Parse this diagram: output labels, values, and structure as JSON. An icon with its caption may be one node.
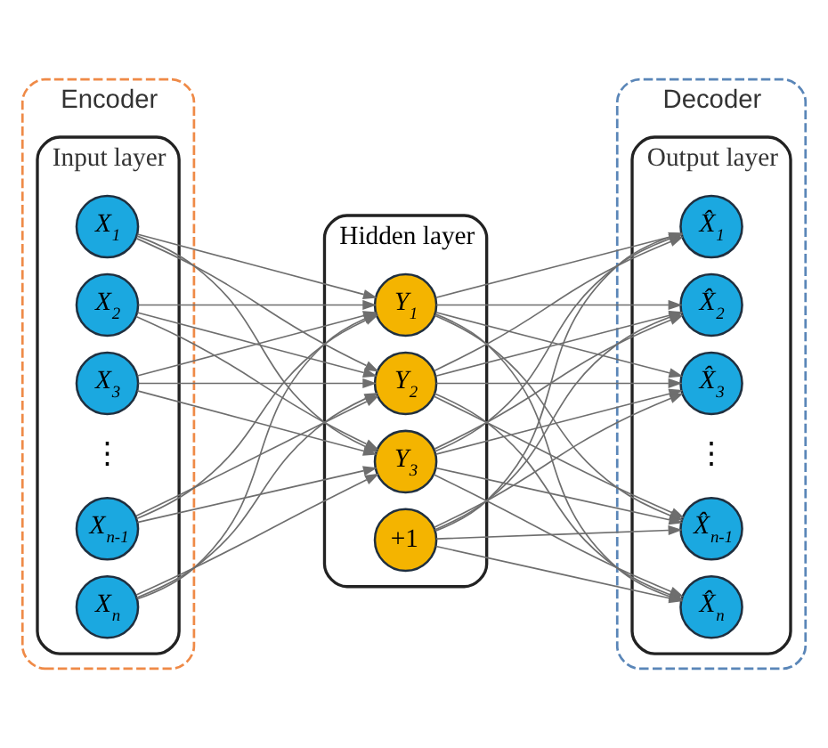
{
  "diagram": {
    "nodes": [
      {
        "text": [
          "Encoder"
        ]
      },
      {
        "text": [
          "Decoder"
        ]
      },
      {
        "text": [
          "Input layer"
        ],
        "in": 0
      },
      {
        "text": [
          "X$_{1}$"
        ],
        "in": 2
      },
      {
        "text": [
          "X$_{2}$"
        ],
        "in": 2
      },
      {
        "text": [
          "X$_{3}$"
        ],
        "in": 2
      },
      {
        "text": [
          "X$_{n-1}$"
        ],
        "in": 2
      },
      {
        "text": [
          "X$_{n}$"
        ],
        "in": 2
      },
      {
        "text": [
          "Hidden layer"
        ]
      },
      {
        "text": [
          "Y$_{1}$"
        ],
        "in": 8
      },
      {
        "text": [
          "Y$_{2}$"
        ],
        "in": 8
      },
      {
        "text": [
          "Y$_{3}$"
        ],
        "in": 8
      },
      {
        "text": [
          "+1"
        ],
        "in": 8
      },
      {
        "text": [
          "Output layer"
        ],
        "in": 1
      },
      {
        "text": [
          "X̂$_{1}$"
        ],
        "in": 13
      },
      {
        "text": [
          "X̂$_{2}$"
        ],
        "in": 13
      },
      {
        "text": [
          "X̂$_{3}$"
        ],
        "in": 13
      },
      {
        "text": [
          "X̂$_{n-1}$"
        ],
        "in": 13
      },
      {
        "text": [
          "X̂$_{n}$"
        ],
        "in": 13
      }
    ],
    "edges": [
      {
        "from": 3,
        "to": 9,
        "arrow": "to"
      },
      {
        "from": 3,
        "to": 10,
        "arrow": "to"
      },
      {
        "from": 3,
        "to": 11,
        "arrow": "to"
      },
      {
        "from": 4,
        "to": 9,
        "arrow": "to"
      },
      {
        "from": 4,
        "to": 10,
        "arrow": "to"
      },
      {
        "from": 4,
        "to": 11,
        "arrow": "to"
      },
      {
        "from": 5,
        "to": 9,
        "arrow": "to"
      },
      {
        "from": 5,
        "to": 10,
        "arrow": "to"
      },
      {
        "from": 5,
        "to": 11,
        "arrow": "to"
      },
      {
        "from": 6,
        "to": 9,
        "arrow": "to"
      },
      {
        "from": 6,
        "to": 10,
        "arrow": "to"
      },
      {
        "from": 6,
        "to": 11,
        "arrow": "to"
      },
      {
        "from": 7,
        "to": 9,
        "arrow": "to"
      },
      {
        "from": 7,
        "to": 10,
        "arrow": "to"
      },
      {
        "from": 7,
        "to": 11,
        "arrow": "to"
      },
      {
        "from": 9,
        "to": 14,
        "arrow": "to"
      },
      {
        "from": 9,
        "to": 15,
        "arrow": "to"
      },
      {
        "from": 9,
        "to": 16,
        "arrow": "to"
      },
      {
        "from": 9,
        "to": 17,
        "arrow": "to"
      },
      {
        "from": 9,
        "to": 18,
        "arrow": "to"
      },
      {
        "from": 10,
        "to": 14,
        "arrow": "to"
      },
      {
        "from": 10,
        "to": 15,
        "arrow": "to"
      },
      {
        "from": 10,
        "to": 16,
        "arrow": "to"
      },
      {
        "from": 10,
        "to": 17,
        "arrow": "to"
      },
      {
        "from": 10,
        "to": 18,
        "arrow": "to"
      },
      {
        "from": 11,
        "to": 14,
        "arrow": "to"
      },
      {
        "from": 11,
        "to": 15,
        "arrow": "to"
      },
      {
        "from": 11,
        "to": 16,
        "arrow": "to"
      },
      {
        "from": 11,
        "to": 17,
        "arrow": "to"
      },
      {
        "from": 11,
        "to": 18,
        "arrow": "to"
      },
      {
        "from": 12,
        "to": 14,
        "arrow": "to"
      },
      {
        "from": 12,
        "to": 15,
        "arrow": "to"
      },
      {
        "from": 12,
        "to": 16,
        "arrow": "to"
      },
      {
        "from": 12,
        "to": 17,
        "arrow": "to"
      },
      {
        "from": 12,
        "to": 18,
        "arrow": "to"
      }
    ],
    "labels": [
      "⋮",
      "⋮"
    ]
  }
}
